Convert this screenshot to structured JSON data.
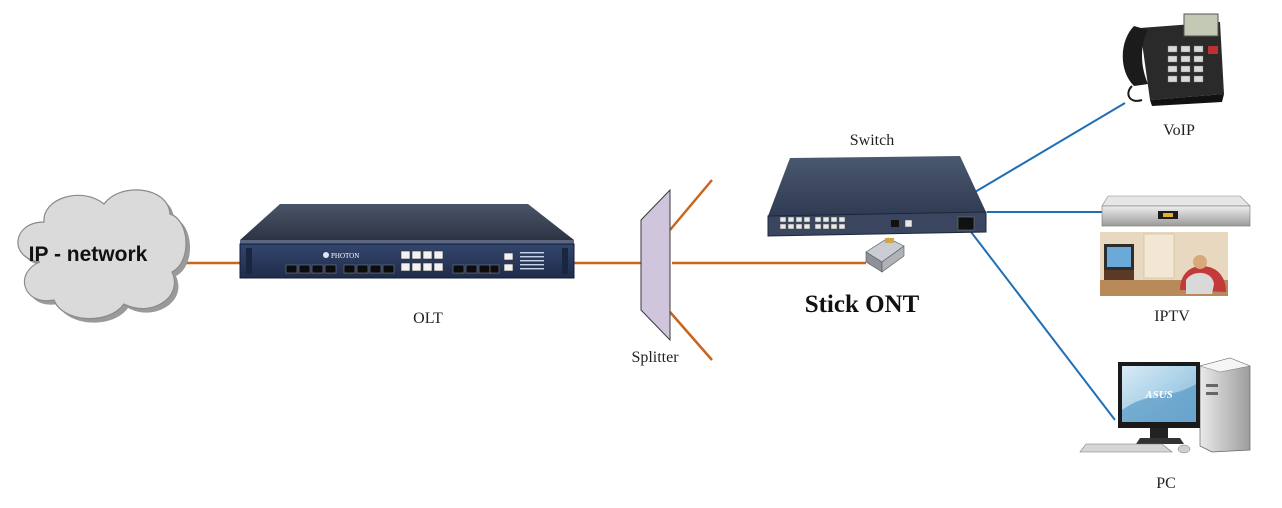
{
  "nodes": {
    "cloud": {
      "label": "IP - network"
    },
    "olt": {
      "label": "OLT",
      "brand": "PHOTON"
    },
    "splitter": {
      "label": "Splitter"
    },
    "stick_ont": {
      "label": "Stick ONT"
    },
    "switch": {
      "label": "Switch"
    },
    "voip": {
      "label": "VoIP"
    },
    "iptv": {
      "label": "IPTV"
    },
    "pc": {
      "label": "PC",
      "monitor_brand": "ASUS"
    }
  },
  "links": [
    {
      "from": "cloud",
      "to": "olt",
      "medium": "fiber"
    },
    {
      "from": "olt",
      "to": "splitter",
      "medium": "fiber"
    },
    {
      "from": "splitter",
      "to": "stick_ont",
      "medium": "fiber"
    },
    {
      "from": "switch",
      "to": "voip",
      "medium": "ethernet"
    },
    {
      "from": "switch",
      "to": "iptv",
      "medium": "ethernet"
    },
    {
      "from": "switch",
      "to": "pc",
      "medium": "ethernet"
    }
  ],
  "colors": {
    "fiber": "#c8651f",
    "ethernet": "#1f6fb6",
    "splitter_fill": "#cfc5dd",
    "device_body": "#2f3d57",
    "cloud_fill": "#dadada"
  }
}
